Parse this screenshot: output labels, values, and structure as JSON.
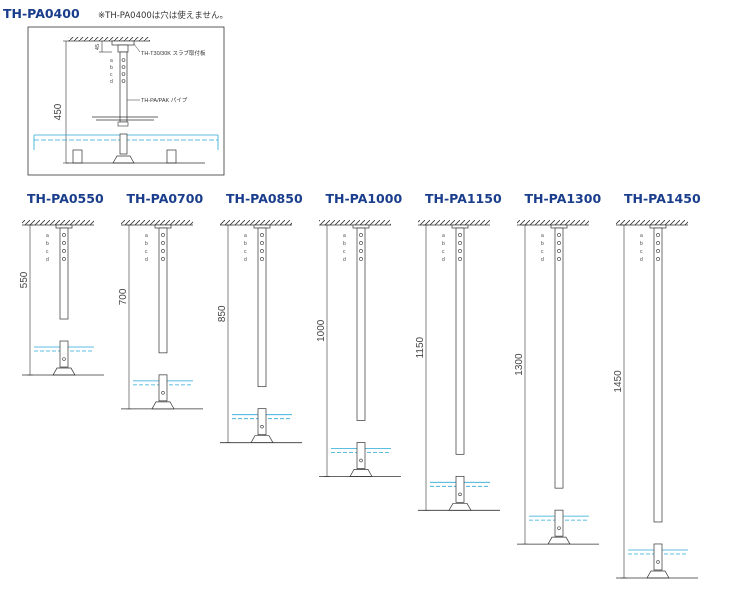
{
  "main_title": "TH-PA0400",
  "main_note": "※TH-PA0400は穴は使えません。",
  "detail": {
    "dim_45": "45",
    "dim_450": "450",
    "label_slab": "TH-T30/30K スラブ取付板",
    "label_pipe": "TH-PA/PAK パイプ",
    "hole_labels": [
      "a",
      "b",
      "c",
      "d"
    ]
  },
  "models": [
    {
      "name": "TH-PA0550",
      "length": "550"
    },
    {
      "name": "TH-PA0700",
      "length": "700"
    },
    {
      "name": "TH-PA0850",
      "length": "850"
    },
    {
      "name": "TH-PA1000",
      "length": "1000"
    },
    {
      "name": "TH-PA1150",
      "length": "1150"
    },
    {
      "name": "TH-PA1300",
      "length": "1300"
    },
    {
      "name": "TH-PA1450",
      "length": "1450"
    }
  ],
  "colors": {
    "title": "#1a3e8c",
    "cyan": "#29a8d6",
    "line": "#333333"
  }
}
